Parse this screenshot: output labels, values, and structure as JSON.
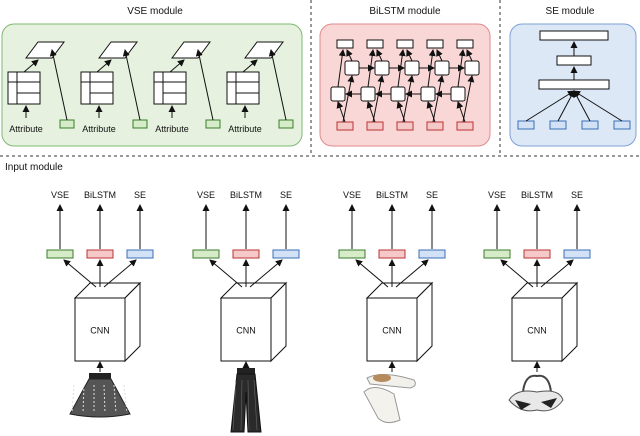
{
  "modules": {
    "vse_title": "VSE module",
    "bilstm_title": "BiLSTM module",
    "se_title": "SE module",
    "input_title": "Input module"
  },
  "vse": {
    "attribute_label": "Attribute",
    "count": 4
  },
  "input": {
    "outputs": [
      "VSE",
      "BiLSTM",
      "SE"
    ],
    "cnn_label": "CNN",
    "items": [
      {
        "name": "skirt"
      },
      {
        "name": "wide-pants"
      },
      {
        "name": "slides"
      },
      {
        "name": "bag"
      }
    ]
  },
  "colors": {
    "vse_fill": "#e6f2df",
    "vse_stroke": "#7fb873",
    "bilstm_fill": "#fad7d7",
    "bilstm_stroke": "#e08a8a",
    "se_fill": "#dde8f7",
    "se_stroke": "#7da0d6",
    "feat_green": "#d6ecc8",
    "feat_red": "#f6c9c9",
    "feat_blue": "#d2e1f6"
  }
}
